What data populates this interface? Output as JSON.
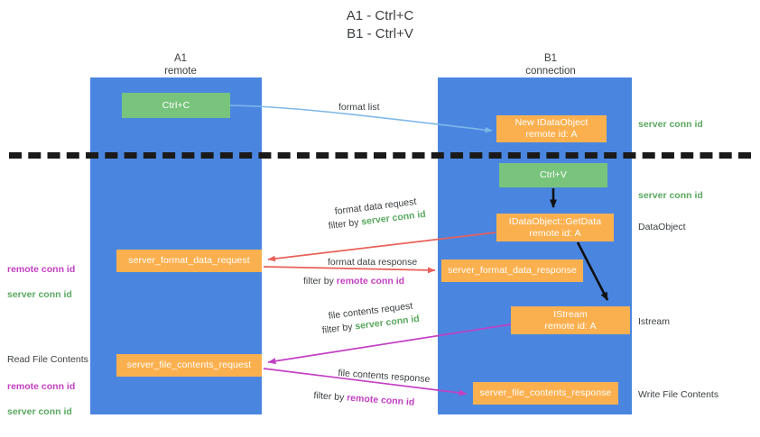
{
  "title": "A1 - Ctrl+C\nB1 - Ctrl+V",
  "lanes": [
    {
      "id": "a1",
      "header": "A1\nremote"
    },
    {
      "id": "b1",
      "header": "B1\nconnection"
    }
  ],
  "nodes": {
    "ctrl_c": "Ctrl+C",
    "new_idataobject": "New IDataObject\nremote id: A",
    "ctrl_v": "Ctrl+V",
    "idataobject_getdata": "IDataObject::GetData\nremote id: A",
    "server_format_data_request": "server_format_data_request",
    "server_format_data_response": "server_format_data_response",
    "istream": "IStream\nremote id: A",
    "server_file_contents_request": "server_file_contents_request",
    "server_file_contents_response": "server_file_contents_response"
  },
  "side_labels": {
    "server_conn_id_top": "server conn id",
    "server_conn_id_mid": "server conn id",
    "dataobject": "DataObject",
    "istream": "Istream",
    "write_file_contents": "Write File Contents"
  },
  "left_labels": {
    "remote_conn_id_1": "remote conn id",
    "server_conn_id_1": "server conn id",
    "read_file_contents": "Read File Contents",
    "remote_conn_id_2": "remote conn id",
    "server_conn_id_2": "server conn id"
  },
  "edge_labels": {
    "format_list": "format list",
    "format_data_request": "format data request",
    "filter_by": "filter by ",
    "format_data_response": "format data response",
    "file_contents_request": "file contents request",
    "file_contents_response": "file contents response",
    "server_conn_id": "server conn id",
    "remote_conn_id": "remote conn id"
  },
  "colors": {
    "lane": "#4a86e0",
    "green_node": "#78c47c",
    "orange_node": "#fbb04f",
    "server_conn_id": "#5aa860",
    "remote_conn_id": "#c23fc2",
    "arrow_blue": "#7eb8e8",
    "arrow_red": "#e8605a",
    "arrow_magenta": "#c23fc2",
    "arrow_black": "#111111",
    "divider": "#1a1a1a"
  }
}
